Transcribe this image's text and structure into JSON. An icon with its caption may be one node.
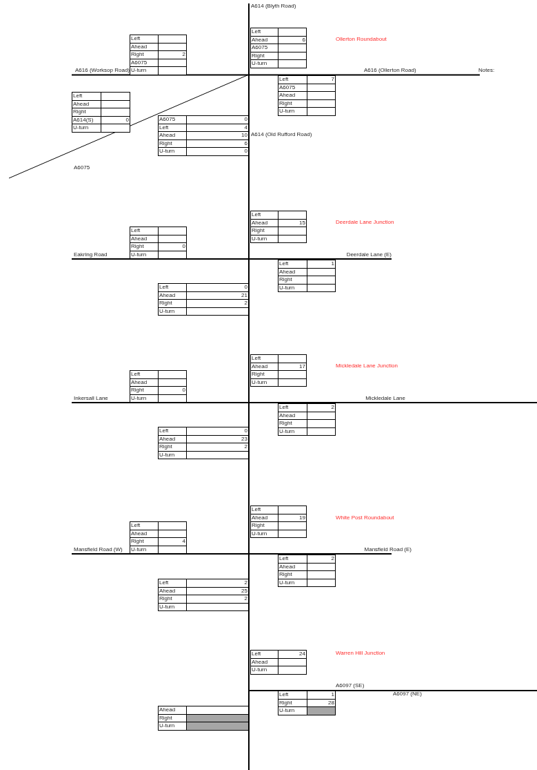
{
  "diagram": {
    "nodes": [
      {
        "text": [
          "Left",
          "Ahead",
          "6",
          "A6075",
          "Right",
          "U-turn"
        ]
      },
      {
        "text": [
          "Left",
          "Ahead",
          "Right",
          "2",
          "A6075",
          "U-turn"
        ]
      },
      {
        "text": [
          "Left",
          "7",
          "A6075",
          "Ahead",
          "Right",
          "U-turn"
        ]
      },
      {
        "text": [
          "Left",
          "Ahead",
          "Right",
          "A614(S)",
          "0",
          "U-turn"
        ]
      },
      {
        "text": [
          "A6075",
          "0",
          "Left",
          "4",
          "Ahead",
          "10",
          "Right",
          "6",
          "U-turn",
          "0"
        ]
      },
      {
        "text": [
          "Left",
          "Ahead",
          "15",
          "Right",
          "U-turn"
        ]
      },
      {
        "text": [
          "Left",
          "Ahead",
          "Right",
          "0",
          "U-turn"
        ]
      },
      {
        "text": [
          "Left",
          "1",
          "Ahead",
          "Right",
          "U-turn"
        ]
      },
      {
        "text": [
          "Left",
          "0",
          "Ahead",
          "21",
          "Right",
          "2",
          "U-turn"
        ]
      },
      {
        "text": [
          "Left",
          "Ahead",
          "17",
          "Right",
          "U-turn"
        ]
      },
      {
        "text": [
          "Left",
          "Ahead",
          "Right",
          "0",
          "U-turn"
        ]
      },
      {
        "text": [
          "Left",
          "2",
          "Ahead",
          "Right",
          "U-turn"
        ]
      },
      {
        "text": [
          "Left",
          "0",
          "Ahead",
          "23",
          "Right",
          "2",
          "U-turn"
        ]
      },
      {
        "text": [
          "Left",
          "Ahead",
          "19",
          "Right",
          "U-turn"
        ]
      },
      {
        "text": [
          "Left",
          "Ahead",
          "Right",
          "4",
          "U-turn"
        ]
      },
      {
        "text": [
          "Left",
          "2",
          "Ahead",
          "Right",
          "U-turn"
        ]
      },
      {
        "text": [
          "Left",
          "2",
          "Ahead",
          "25",
          "Right",
          "2",
          "U-turn"
        ]
      },
      {
        "text": [
          "Left",
          "24",
          "Ahead",
          "U-turn"
        ]
      },
      {
        "text": [
          "Left",
          "1",
          "Right",
          "28",
          "U-turn"
        ]
      },
      {
        "text": [
          "Ahead",
          "Right",
          "U-turn"
        ]
      }
    ],
    "labels": [
      "A614 (Blyth Road)",
      "Ollerton Roundabout",
      "A616 (Worksop Road)",
      "A616 (Ollerton Road)",
      "Notes:",
      "A614 (Old Rufford Road)",
      "A6075",
      "Deerdale Lane Junction",
      "Eakring Road",
      "Deerdale Lane (E)",
      "Mickledale Lane Junction",
      "Inkersall Lane",
      "Mickledale Lane",
      "White Post Roundabout",
      "Mansfield Road (W)",
      "Mansfield Road (E)",
      "Warren Hill Junction",
      "A6097 (SE)",
      "A6097 (NE)"
    ]
  }
}
